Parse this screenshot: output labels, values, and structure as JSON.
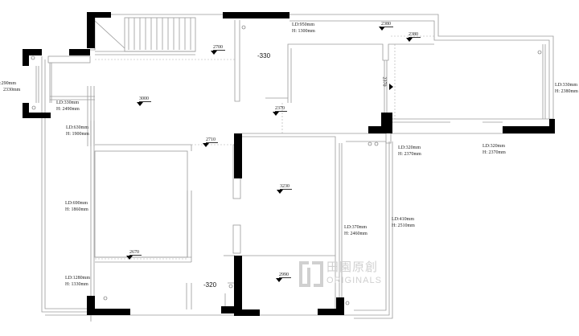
{
  "rooms": {
    "upper_bath_level": "-330",
    "lower_bath_level": "-320"
  },
  "levels": [
    "2700",
    "3000",
    "2370",
    "2710",
    "3230",
    "2670",
    "2990",
    "2380",
    "2380",
    "2370"
  ],
  "window_labels": [
    {
      "ld": ":290mm",
      "h": "2330mm"
    },
    {
      "ld": "LD:330mm",
      "h": "H: 2490mm"
    },
    {
      "ld": "LD:630mm",
      "h": "H: 1900mm"
    },
    {
      "ld": "LD:690mm",
      "h": "H: 1860mm"
    },
    {
      "ld": "LD:1280mm",
      "h": "H: 1330mm"
    },
    {
      "ld": "LD:950mm",
      "h": "H: 1300mm"
    },
    {
      "ld": "LD:330mm",
      "h": "H: 2380mm"
    },
    {
      "ld": "LD:320mm",
      "h": "H: 2370mm"
    },
    {
      "ld": "LD:320mm",
      "h": "H: 2370mm"
    },
    {
      "ld": "LD:370mm",
      "h": "H: 2460mm"
    },
    {
      "ld": "LD:410mm",
      "h": "H: 2510mm"
    }
  ],
  "watermark": {
    "cn": "田園原創",
    "en": "ORIGINALS"
  }
}
